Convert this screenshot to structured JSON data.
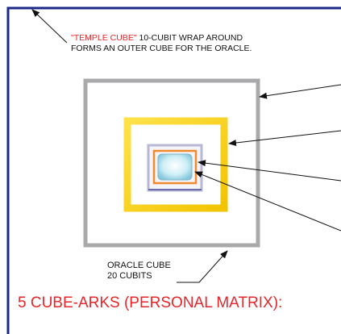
{
  "caption": {
    "highlight": "\"TEMPLE CUBE\"",
    "rest_line1": " 10-CUBIT WRAP AROUND",
    "line2": "FORMS AN OUTER CUBE FOR THE ORACLE."
  },
  "oracle_label": {
    "line1": "ORACLE CUBE",
    "line2": "20 CUBITS"
  },
  "heading": "5 CUBE-ARKS (PERSONAL MATRIX):",
  "colors": {
    "frame": "#1b2a8a",
    "outer_square": "#a9a9ab",
    "yellow_square": "#f7d417",
    "violet_square": "#b9b7d6",
    "orange_square": "#f08a2c",
    "core_fill": "#bfe6f0",
    "accent_text": "#e8262a"
  },
  "icons": [
    "arrow-pointer-icon"
  ]
}
